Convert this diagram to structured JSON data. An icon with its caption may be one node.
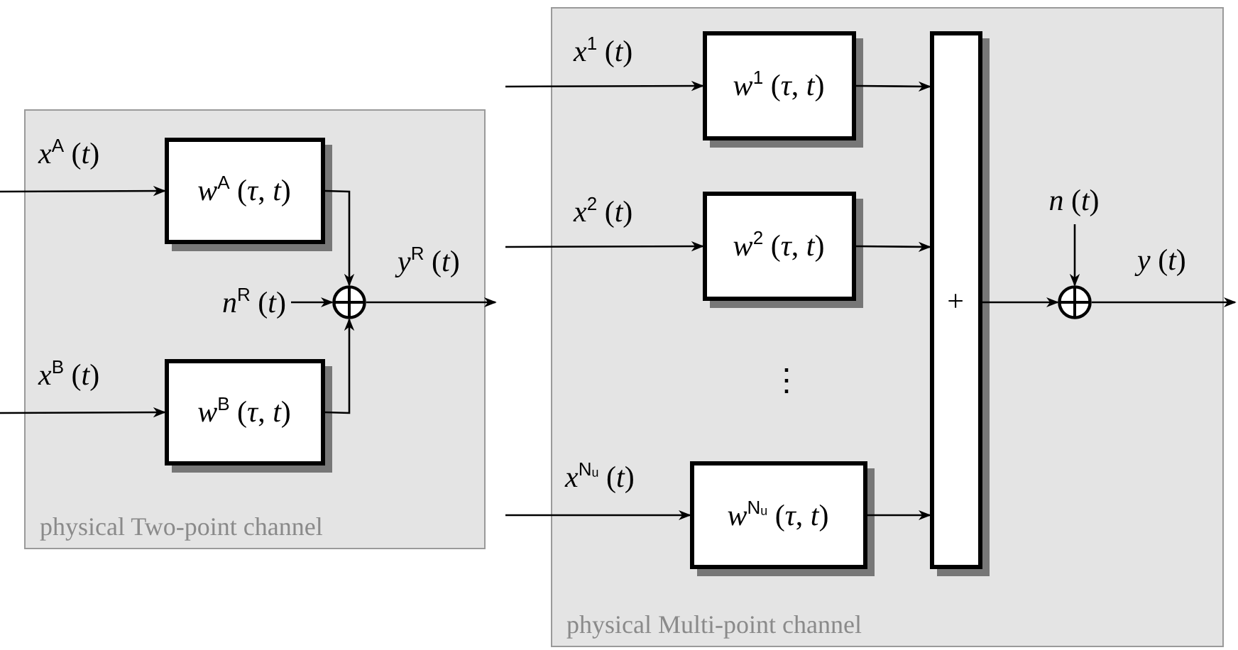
{
  "diagram": {
    "nodes": [
      {
        "text": [
          "physical Two-point channel"
        ]
      },
      {
        "text": [
          "*w*$^{A}$ (*τ*, *t*)"
        ],
        "in": 0
      },
      {
        "text": [
          "*w*$^{B}$ (*τ*, *t*)"
        ],
        "in": 0
      },
      {
        "text": [],
        "shape": "circle",
        "in": 0
      },
      {
        "text": [
          "*n*$^{R}$ (*t*)"
        ],
        "in": 0
      },
      {
        "text": [
          "physical Multi-point channel"
        ]
      },
      {
        "text": [
          "*w*$^{1}$ (*τ*, *t*)"
        ],
        "in": 5
      },
      {
        "text": [
          "*w*$^{2}$ (*τ*, *t*)"
        ],
        "in": 5
      },
      {
        "text": [
          "*w*$^{Nᵤ}$ (*τ*, *t*)"
        ],
        "in": 5
      },
      {
        "text": [
          "+"
        ],
        "in": 5
      },
      {
        "text": [],
        "shape": "circle",
        "in": 5
      },
      {
        "text": [
          "*n* (*t*)"
        ],
        "in": 5
      }
    ],
    "edges": [
      {
        "from": null,
        "to": 1,
        "arrow": "to",
        "label": "*x*$^{A}$ (*t*)"
      },
      {
        "from": null,
        "to": 2,
        "arrow": "to",
        "label": "*x*$^{B}$ (*t*)"
      },
      {
        "from": 1,
        "to": 3,
        "arrow": "to"
      },
      {
        "from": 2,
        "to": 3,
        "arrow": "to"
      },
      {
        "from": 4,
        "to": 3,
        "arrow": "to"
      },
      {
        "from": 3,
        "to": null,
        "arrow": "to",
        "label": "*y*$^{R}$ (*t*)"
      },
      {
        "from": null,
        "to": 6,
        "arrow": "to",
        "label": "*x*$^{1}$ (*t*)"
      },
      {
        "from": null,
        "to": 7,
        "arrow": "to",
        "label": "*x*$^{2}$ (*t*)"
      },
      {
        "from": null,
        "to": 8,
        "arrow": "to",
        "label": "*x*$^{Nᵤ}$ (*t*)"
      },
      {
        "from": 6,
        "to": 9,
        "arrow": "to"
      },
      {
        "from": 7,
        "to": 9,
        "arrow": "to"
      },
      {
        "from": 8,
        "to": 9,
        "arrow": "to"
      },
      {
        "from": 9,
        "to": 10,
        "arrow": "to"
      },
      {
        "from": 11,
        "to": 10,
        "arrow": "to"
      },
      {
        "from": 10,
        "to": null,
        "arrow": "to",
        "label": "*y* (*t*)"
      }
    ],
    "labels": [
      "⋮"
    ]
  }
}
